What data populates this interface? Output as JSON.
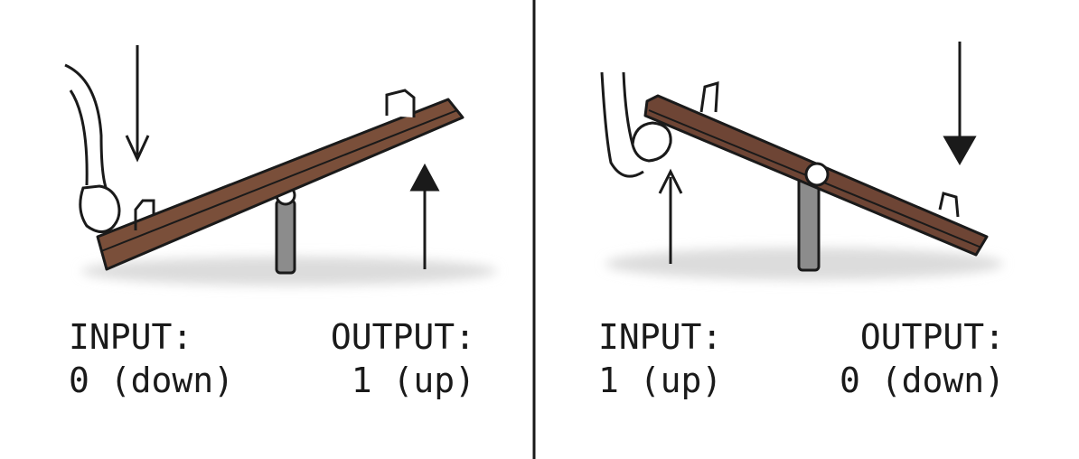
{
  "panels": [
    {
      "input_label": "INPUT:",
      "input_value": "0 (down)",
      "output_label": "OUTPUT:",
      "output_value": "1 (up)"
    },
    {
      "input_label": "INPUT:",
      "input_value": "1 (up)",
      "output_label": "OUTPUT:",
      "output_value": "0 (down)"
    }
  ],
  "colors": {
    "plank": "#7a4f3a",
    "plank_top": "#8a5e48",
    "outline": "#1a1a1a",
    "post": "#8c8c8c",
    "shadow": "#d9d9d9"
  }
}
